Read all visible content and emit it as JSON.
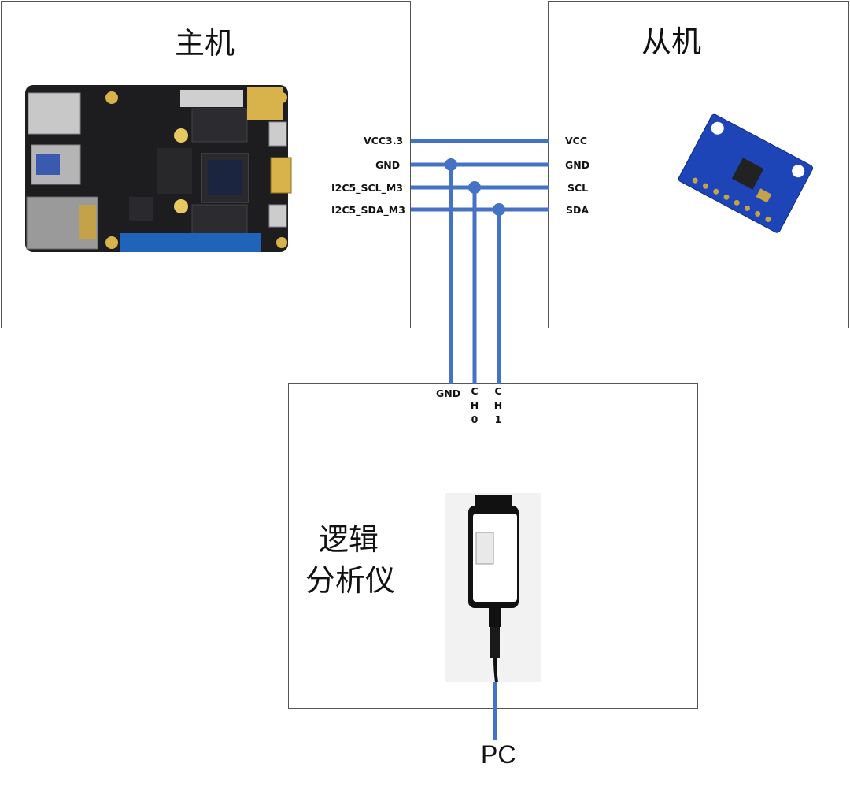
{
  "host": {
    "title": "主机"
  },
  "slave": {
    "title": "从机"
  },
  "analyzer": {
    "title_line1": "逻辑",
    "title_line2": "分析仪"
  },
  "pc": {
    "label": "PC"
  },
  "host_pins": {
    "vcc": "VCC3.3",
    "gnd": "GND",
    "scl": "I2C5_SCL_M3",
    "sda": "I2C5_SDA_M3"
  },
  "slave_pins": {
    "vcc": "VCC",
    "gnd": "GND",
    "scl": "SCL",
    "sda": "SDA"
  },
  "analyzer_pins": {
    "gnd": "GND",
    "ch0": [
      "C",
      "H",
      "0"
    ],
    "ch1": [
      "C",
      "H",
      "1"
    ]
  },
  "colors": {
    "wire": "#4472c4",
    "border": "#555555"
  }
}
